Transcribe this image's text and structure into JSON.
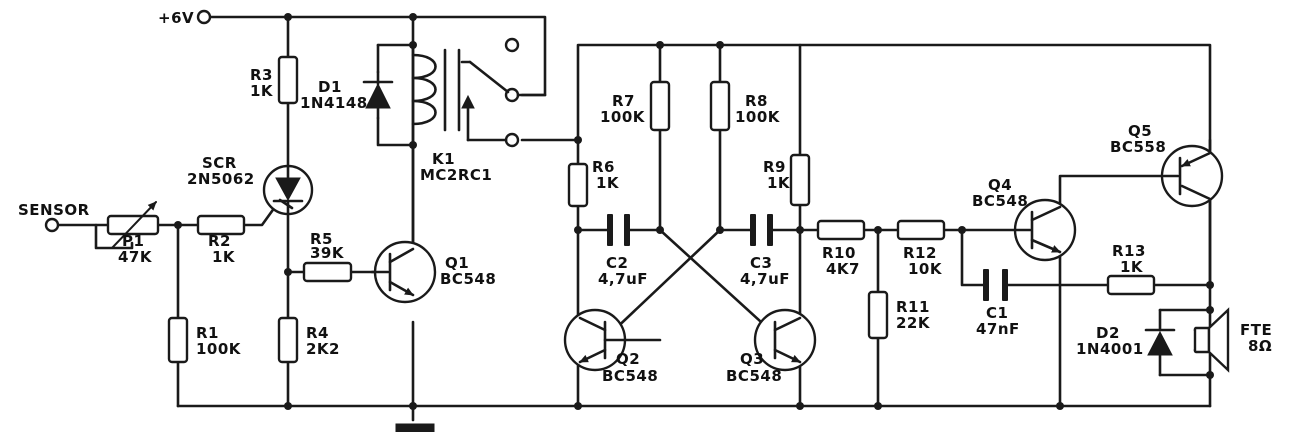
{
  "supply": {
    "label": "+6V"
  },
  "input": {
    "label": "SENSOR"
  },
  "components": {
    "P1": {
      "ref": "P1",
      "value": "47K"
    },
    "R1": {
      "ref": "R1",
      "value": "100K"
    },
    "R2": {
      "ref": "R2",
      "value": "1K"
    },
    "R3": {
      "ref": "R3",
      "value": "1K"
    },
    "R4": {
      "ref": "R4",
      "value": "2K2"
    },
    "R5": {
      "ref": "R5",
      "value": "39K"
    },
    "R6": {
      "ref": "R6",
      "value": "1K"
    },
    "R7": {
      "ref": "R7",
      "value": "100K"
    },
    "R8": {
      "ref": "R8",
      "value": "100K"
    },
    "R9": {
      "ref": "R9",
      "value": "1K"
    },
    "R10": {
      "ref": "R10",
      "value": "4K7"
    },
    "R11": {
      "ref": "R11",
      "value": "22K"
    },
    "R12": {
      "ref": "R12",
      "value": "10K"
    },
    "R13": {
      "ref": "R13",
      "value": "1K"
    },
    "C1": {
      "ref": "C1",
      "value": "47nF"
    },
    "C2": {
      "ref": "C2",
      "value": "4,7uF"
    },
    "C3": {
      "ref": "C3",
      "value": "4,7uF"
    },
    "D1": {
      "ref": "D1",
      "value": "1N4148"
    },
    "D2": {
      "ref": "D2",
      "value": "1N4001"
    },
    "SCR": {
      "ref": "SCR",
      "value": "2N5062"
    },
    "K1": {
      "ref": "K1",
      "value": "MC2RC1"
    },
    "Q1": {
      "ref": "Q1",
      "value": "BC548"
    },
    "Q2": {
      "ref": "Q2",
      "value": "BC548"
    },
    "Q3": {
      "ref": "Q3",
      "value": "BC548"
    },
    "Q4": {
      "ref": "Q4",
      "value": "BC548"
    },
    "Q5": {
      "ref": "Q5",
      "value": "BC558"
    },
    "FTE": {
      "ref": "FTE",
      "value": "8Ω"
    }
  },
  "colors": {
    "ink": "#1a1a1a",
    "paper": "#ffffff"
  }
}
